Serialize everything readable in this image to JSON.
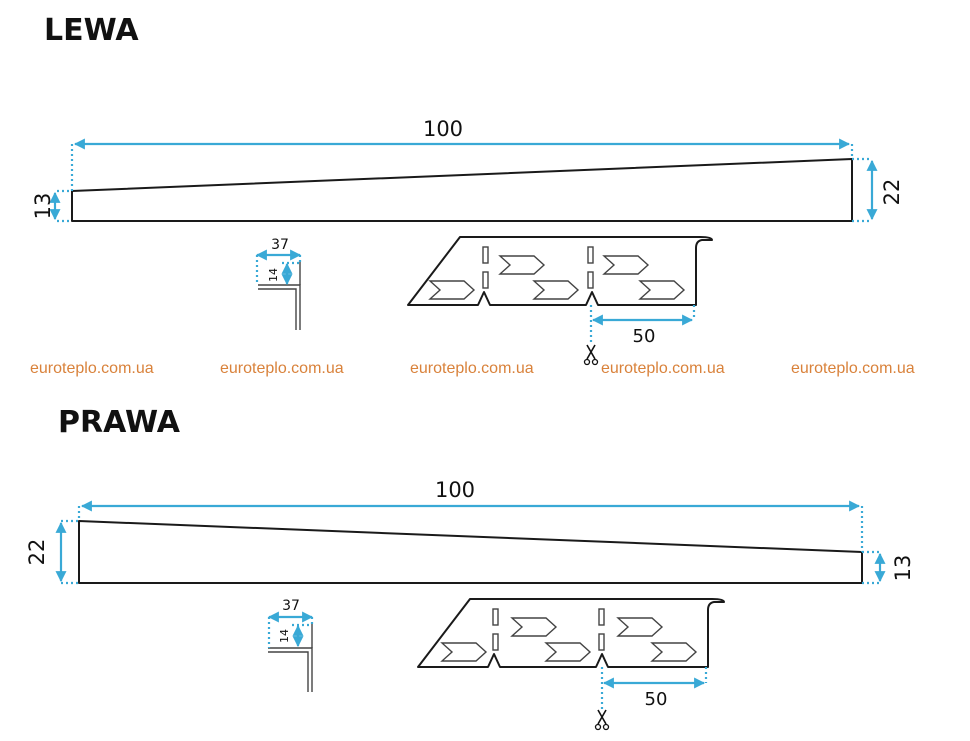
{
  "sections": {
    "left": {
      "title": "LEWA",
      "length": "100",
      "height_start": "13",
      "height_end": "22",
      "profile_width": "37",
      "profile_height": "14",
      "slot_spacing": "50"
    },
    "right": {
      "title": "PRAWA",
      "length": "100",
      "height_start": "22",
      "height_end": "13",
      "profile_width": "37",
      "profile_height": "14",
      "slot_spacing": "50"
    }
  },
  "watermarks": [
    "euroteplo.com.ua",
    "euroteplo.com.ua",
    "euroteplo.com.ua",
    "euroteplo.com.ua",
    "euroteplo.com.ua"
  ],
  "icons": {
    "cut_marker": "scissors-icon"
  },
  "colors": {
    "dimension": "#39a9d6",
    "outline": "#1a1a1a",
    "watermark": "#d9823b"
  }
}
